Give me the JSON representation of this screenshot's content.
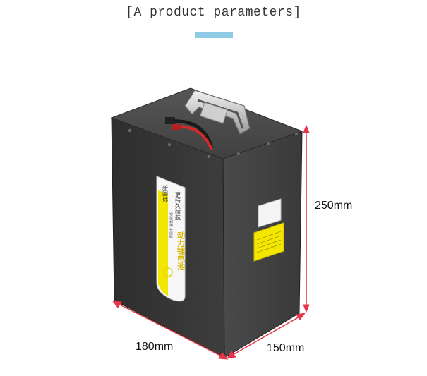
{
  "header": {
    "title": "[A product parameters]"
  },
  "dimensions": {
    "height": "250mm",
    "width": "180mm",
    "depth": "150mm"
  },
  "label": {
    "brand": "新国标",
    "slogan": "安全 耐用 长续航",
    "tagline": "更持久续航",
    "product": "动力锂电池"
  },
  "colors": {
    "accent_bar": "#8ecae6",
    "arrow": "#e8344b",
    "battery_body": "#3a3a3a",
    "label_yellow": "#f3e600"
  }
}
